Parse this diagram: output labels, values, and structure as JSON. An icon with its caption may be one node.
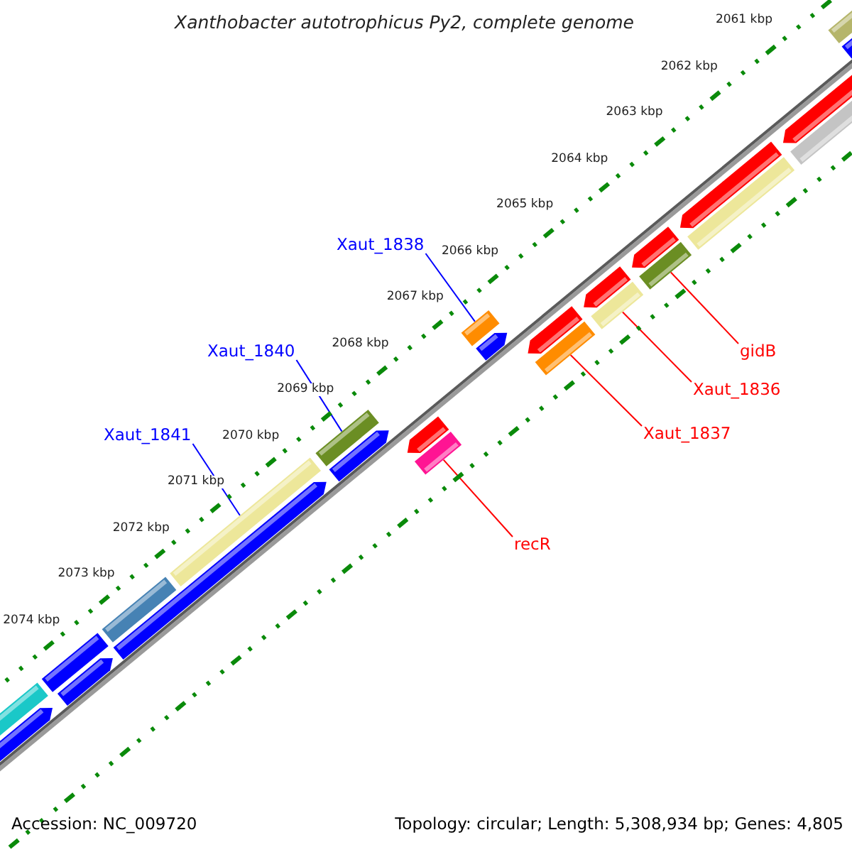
{
  "diagram": {
    "title": "Xanthobacter autotrophicus Py2, complete genome",
    "nodes": [
      {
        "text": [
          "Xaut_1838"
        ]
      },
      {
        "text": [
          "Xaut_1840"
        ]
      },
      {
        "text": [
          "Xaut_1841"
        ]
      },
      {
        "text": [
          "gidB"
        ]
      },
      {
        "text": [
          "Xaut_1836"
        ]
      },
      {
        "text": [
          "Xaut_1837"
        ]
      },
      {
        "text": [
          "recR"
        ]
      },
      {
        "text": [],
        "shape": "bar"
      },
      {
        "text": [],
        "shape": "bar"
      },
      {
        "text": [],
        "shape": "bar"
      },
      {
        "text": [],
        "shape": "bar"
      },
      {
        "text": [],
        "shape": "bar"
      },
      {
        "text": [],
        "shape": "bar"
      },
      {
        "text": [],
        "shape": "bar"
      }
    ],
    "edges": [
      {
        "from": 0,
        "to": 10,
        "arrow": "none",
        "color": "#0000ff"
      },
      {
        "from": 1,
        "to": 8,
        "arrow": "none",
        "color": "#0000ff"
      },
      {
        "from": 2,
        "to": 7,
        "arrow": "none",
        "color": "#0000ff"
      },
      {
        "from": 3,
        "to": 13,
        "arrow": "none"
      },
      {
        "from": 4,
        "to": 12,
        "arrow": "none"
      },
      {
        "from": 5,
        "to": 11,
        "arrow": "none"
      },
      {
        "from": 6,
        "to": 9,
        "arrow": "none"
      }
    ],
    "labels": [
      "2061 kbp",
      "2062 kbp",
      "2063 kbp",
      "2064 kbp",
      "2065 kbp",
      "2066 kbp",
      "2067 kbp",
      "2068 kbp",
      "2069 kbp",
      "2070 kbp",
      "2071 kbp",
      "2072 kbp",
      "2073 kbp",
      "2074 kbp",
      "Accession: NC_009720",
      "Topology: circular; Length: 5,308,934 bp; Genes: 4,805"
    ]
  }
}
